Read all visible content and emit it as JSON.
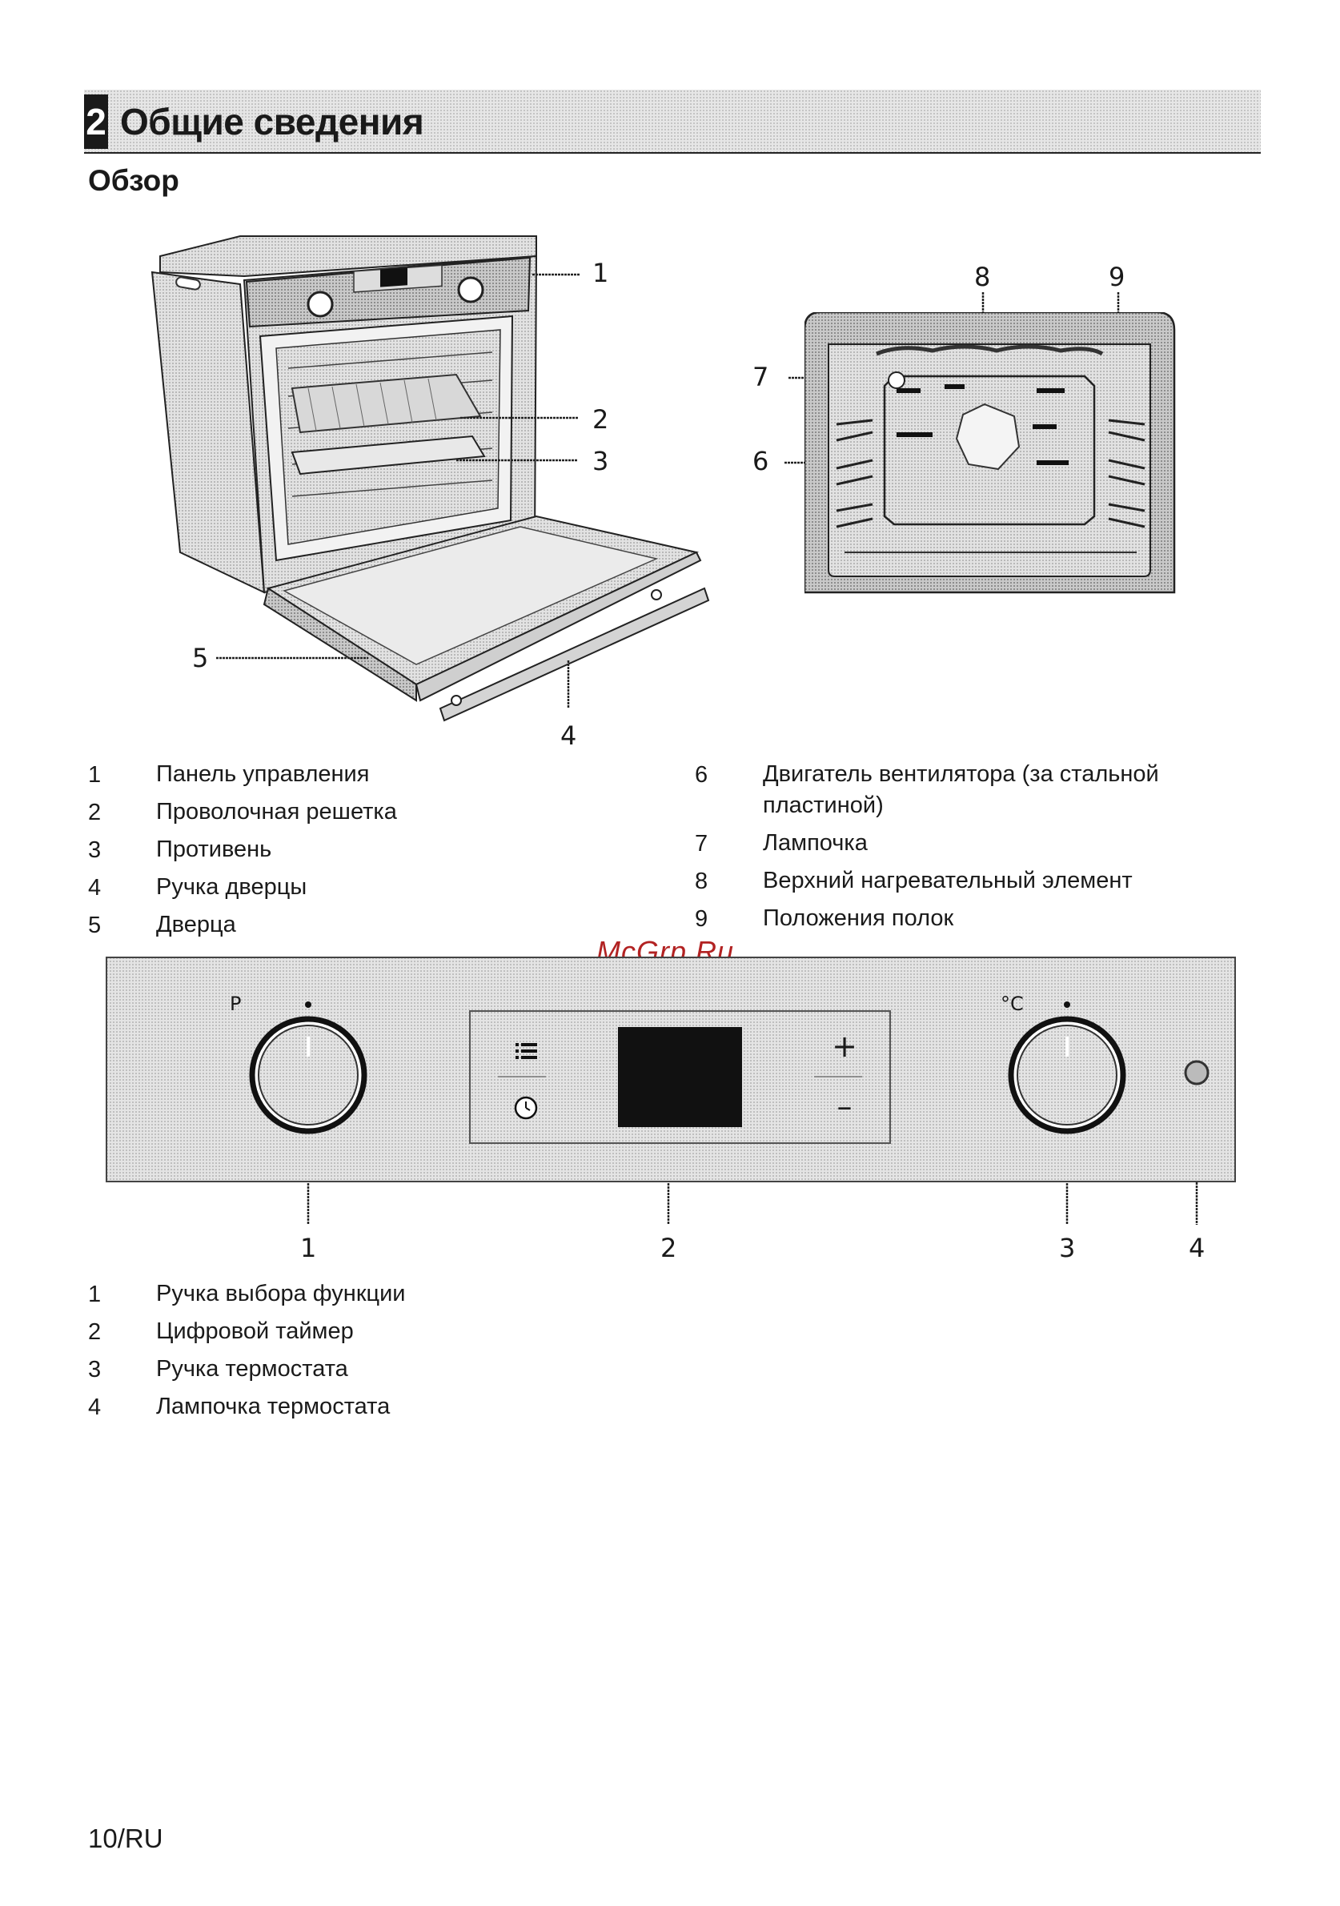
{
  "section": {
    "number": "2",
    "title": "Общие сведения"
  },
  "subtitle": "Обзор",
  "oven_callouts": [
    "1",
    "2",
    "3",
    "4",
    "5"
  ],
  "cavity_callouts": [
    "6",
    "7",
    "8",
    "9"
  ],
  "legend_overview": [
    {
      "num": "1",
      "text": "Панель управления"
    },
    {
      "num": "2",
      "text": "Проволочная решетка"
    },
    {
      "num": "3",
      "text": "Противень"
    },
    {
      "num": "4",
      "text": "Ручка дверцы"
    },
    {
      "num": "5",
      "text": "Дверца"
    },
    {
      "num": "6",
      "text": "Двигатель вентилятора (за стальной пластиной)"
    },
    {
      "num": "7",
      "text": "Лампочка"
    },
    {
      "num": "8",
      "text": "Верхний нагревательный элемент"
    },
    {
      "num": "9",
      "text": "Положения полок"
    }
  ],
  "panel": {
    "function_symbol": "P",
    "temp_symbol": "°C",
    "plus": "+",
    "minus": "–",
    "callouts": [
      "1",
      "2",
      "3",
      "4"
    ]
  },
  "legend_panel": [
    {
      "num": "1",
      "text": "Ручка выбора функции"
    },
    {
      "num": "2",
      "text": "Цифровой таймер"
    },
    {
      "num": "3",
      "text": "Ручка термостата"
    },
    {
      "num": "4",
      "text": "Лампочка термостата"
    }
  ],
  "watermark": "McGrp.Ru",
  "footer": "10/RU",
  "icons": [
    "menu-list-icon",
    "clock-icon"
  ],
  "colors": {
    "text": "#1a1a1a",
    "panel_bg": "#e4e4e4",
    "watermark": "#b22222"
  }
}
